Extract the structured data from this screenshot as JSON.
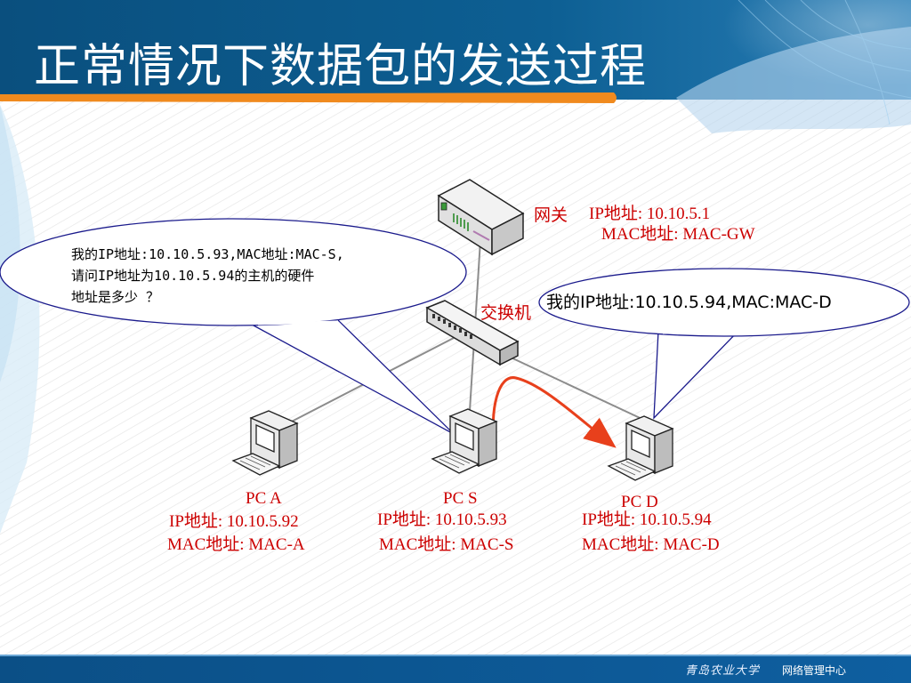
{
  "title": "正常情况下数据包的发送过程",
  "gateway": {
    "name": "网关",
    "ip": "IP地址: 10.10.5.1",
    "mac": "MAC地址: MAC-GW"
  },
  "switch": {
    "name": "交换机"
  },
  "pcA": {
    "name": "PC A",
    "ip": "IP地址: 10.10.5.92",
    "mac": "MAC地址: MAC-A"
  },
  "pcS": {
    "name": "PC S",
    "ip": "IP地址: 10.10.5.93",
    "mac": "MAC地址: MAC-S"
  },
  "pcD": {
    "name": "PC D",
    "ip": "IP地址: 10.10.5.94",
    "mac": "MAC地址: MAC-D"
  },
  "question": {
    "line1": "我的IP地址:10.10.5.93,MAC地址:MAC-S,",
    "line2": "请问IP地址为10.10.5.94的主机的硬件",
    "line3": "地址是多少 ？"
  },
  "answer": {
    "text": "我的IP地址:10.10.5.94,MAC:MAC-D"
  },
  "footer": {
    "logo": "青岛农业大学",
    "text": "网络管理中心"
  },
  "colors": {
    "header": "#0b5a8c",
    "accent_orange": "#f08a1e",
    "label_red": "#cc0000",
    "arrow": "#e8401c",
    "footer": "#0b4f86"
  },
  "icons": [
    "router-icon",
    "switch-icon",
    "computer-icon"
  ]
}
